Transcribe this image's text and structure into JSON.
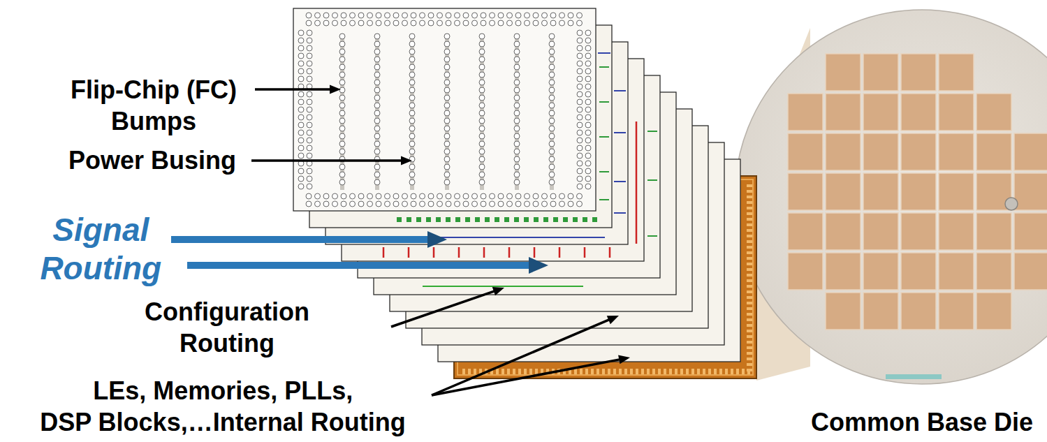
{
  "diagram": {
    "labels": [
      "Flip-Chip (FC) Bumps",
      "Power Busing",
      "Signal Routing",
      "Configuration Routing",
      "LEs, Memories, PLLs, DSP Blocks,…Internal Routing",
      "Common Base Die"
    ]
  }
}
